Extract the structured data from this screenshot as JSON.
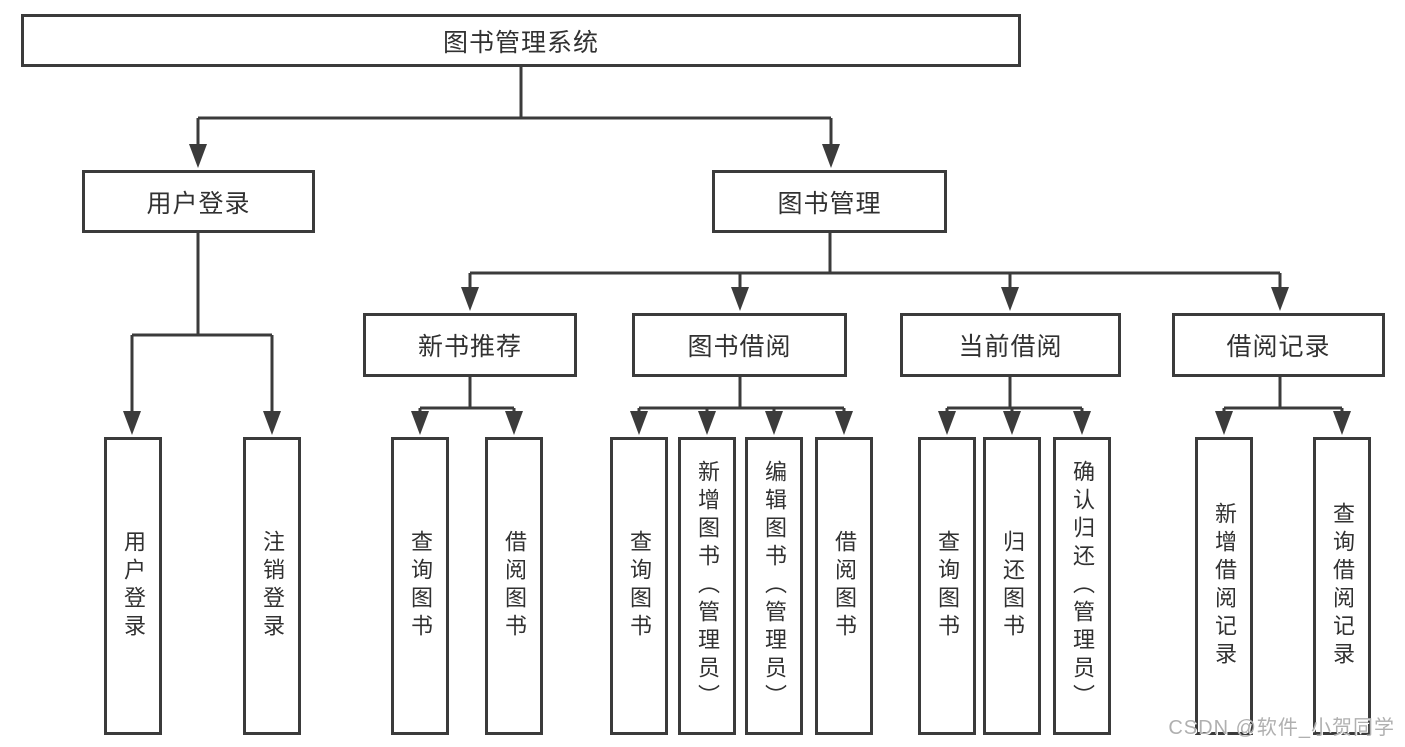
{
  "diagram": {
    "type": "hierarchy-tree",
    "tree": {
      "label": "图书管理系统",
      "children": [
        {
          "label": "用户登录",
          "children": [
            {
              "label": "用户登录"
            },
            {
              "label": "注销登录"
            }
          ]
        },
        {
          "label": "图书管理",
          "children": [
            {
              "label": "新书推荐",
              "children": [
                {
                  "label": "查询图书"
                },
                {
                  "label": "借阅图书"
                }
              ]
            },
            {
              "label": "图书借阅",
              "children": [
                {
                  "label": "查询图书"
                },
                {
                  "label": "新增图书（管理员）"
                },
                {
                  "label": "编辑图书（管理员）"
                },
                {
                  "label": "借阅图书"
                }
              ]
            },
            {
              "label": "当前借阅",
              "children": [
                {
                  "label": "查询图书"
                },
                {
                  "label": "归还图书"
                },
                {
                  "label": "确认归还（管理员）"
                }
              ]
            },
            {
              "label": "借阅记录",
              "children": [
                {
                  "label": "新增借阅记录"
                },
                {
                  "label": "查询借阅记录"
                }
              ]
            }
          ]
        }
      ]
    },
    "colors": {
      "line": "#3b3b3b",
      "box_border": "#3b3b3b",
      "text": "#313131",
      "background": "#ffffff",
      "watermark": "#b0b0b0"
    }
  },
  "watermark": {
    "text": "CSDN @软件_小贺同学"
  }
}
